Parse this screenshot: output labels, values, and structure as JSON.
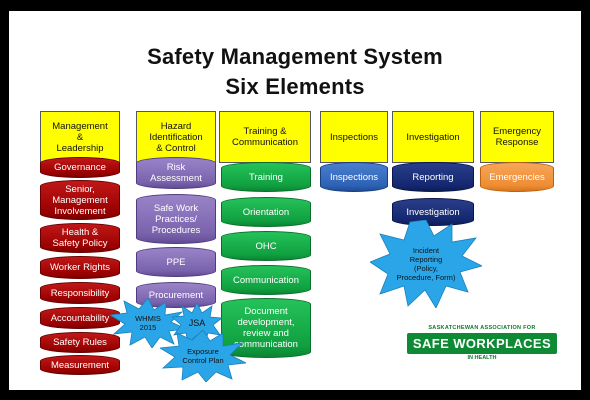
{
  "title_line1": "Safety Management System",
  "title_line2": "Six Elements",
  "columns": [
    {
      "header": "Management\n&\nLeadership",
      "items": [
        "Governance",
        "Senior,\nManagement\nInvolvement",
        "Health &\nSafety Policy",
        "Worker Rights",
        "Responsibility",
        "Accountability",
        "Safety Rules",
        "Measurement"
      ]
    },
    {
      "header": "Hazard\nIdentification\n& Control",
      "items": [
        "Risk\nAssessment",
        "Safe Work\nPractices/\nProcedures",
        "PPE",
        "Procurement"
      ]
    },
    {
      "header": "Training &\nCommunication",
      "items": [
        "Training",
        "Orientation",
        "OHC",
        "Communication",
        "Document\ndevelopment,\nreview and\ncommunication"
      ]
    },
    {
      "header": "Inspections",
      "items": [
        "Inspections"
      ]
    },
    {
      "header": "Investigation",
      "items": [
        "Reporting",
        "Investigation"
      ]
    },
    {
      "header": "Emergency\nResponse",
      "items": [
        "Emergencies"
      ]
    }
  ],
  "callouts": {
    "whmis": "WHMIS\n2015",
    "jsa": "JSA",
    "exposure": "Exposure\nControl Plan",
    "incident": "Incident\nReporting\n(Policy,\nProcedure, Form)"
  },
  "colors": {
    "header_fill": "#ffff00",
    "management": "#b01010",
    "hazard": "#8a74be",
    "training": "#14a848",
    "inspections": "#3a6fc2",
    "investigation": "#1a2e78",
    "emergency": "#f29a45",
    "starburst": "#2aa6e8"
  },
  "logo": {
    "top": "SASKATCHEWAN ASSOCIATION FOR",
    "main": "SAFE WORKPLACES",
    "bottom": "IN HEALTH"
  }
}
